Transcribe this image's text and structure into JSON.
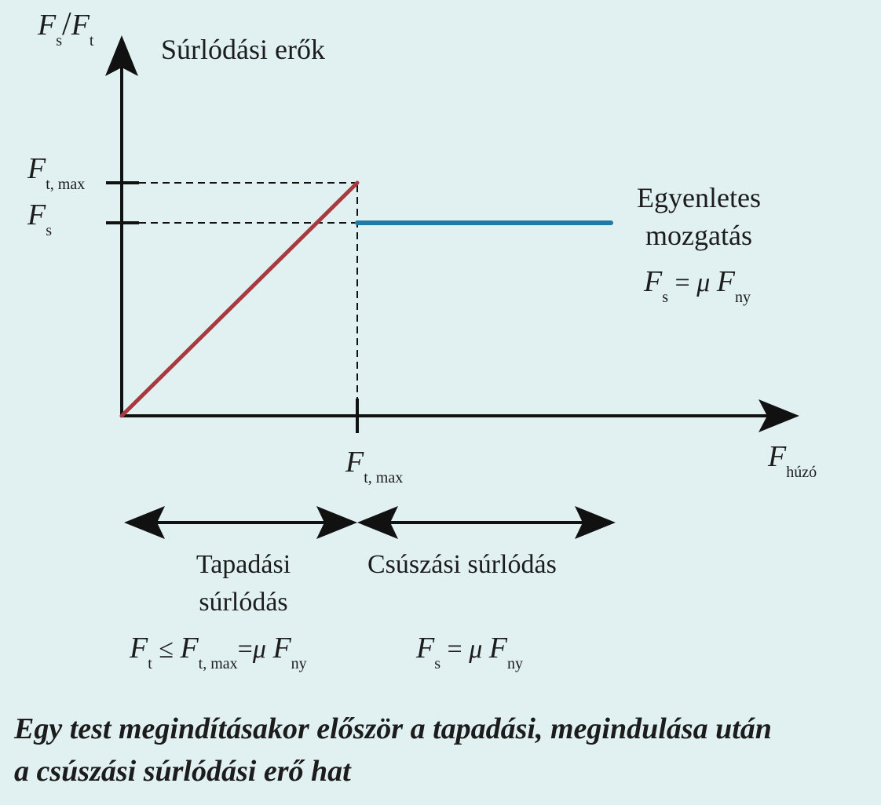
{
  "title": "Súrlódási erők",
  "y_axis": {
    "symbol": "F",
    "sub1": "s",
    "slash": "/",
    "symbol2": "F",
    "sub2": "t"
  },
  "x_axis": {
    "symbol": "F",
    "sub": "húzó"
  },
  "y_ticks": {
    "tmax": {
      "symbol": "F",
      "sub": "t, max"
    },
    "s": {
      "symbol": "F",
      "sub": "s"
    }
  },
  "x_tick": {
    "symbol": "F",
    "sub": "t, max"
  },
  "right_note": {
    "line1": "Egyenletes",
    "line2": "mozgatás",
    "formula": {
      "F": "F",
      "sub": "s",
      "eq": "=",
      "mu": "μ",
      "F2": "F",
      "sub2": "ny"
    }
  },
  "regions": {
    "static": {
      "line1": "Tapadási",
      "line2": "súrlódás",
      "formula": {
        "F": "F",
        "sub": "t",
        "le": "≤",
        "F2": "F",
        "sub2": "t, max",
        "eq": "=",
        "mu": "μ",
        "F3": "F",
        "sub3": "ny"
      }
    },
    "kinetic": {
      "label": "Csúszási súrlódás",
      "formula": {
        "F": "F",
        "sub": "s",
        "eq": "=",
        "mu": "μ",
        "F2": "F",
        "sub2": "ny"
      }
    }
  },
  "caption": {
    "line1": "Egy test megindításakor először a tapadási, megindulása után",
    "line2": "a csúszási súrlódási erő hat"
  },
  "colors": {
    "static_line": "#a83a3f",
    "kinetic_line": "#1f7aa6",
    "axis": "#111111",
    "background": "#e1f0f0"
  },
  "chart_data": {
    "type": "line",
    "series": [
      {
        "values": [
          [
            0,
            0
          ],
          [
            1,
            1
          ]
        ]
      },
      {
        "values": [
          [
            1,
            0.83
          ],
          [
            2.08,
            0.83
          ]
        ]
      }
    ]
  }
}
